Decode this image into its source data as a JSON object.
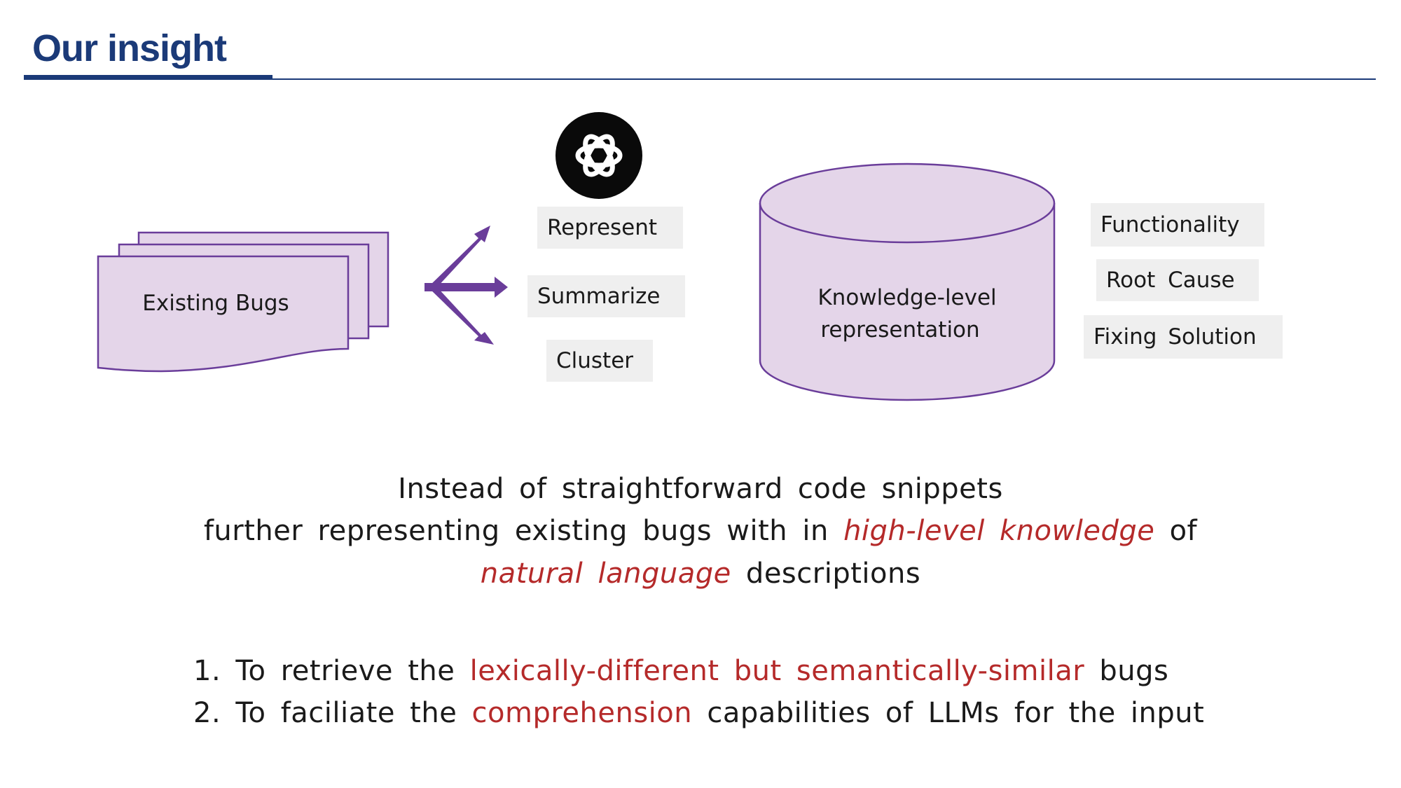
{
  "slide": {
    "title": "Our insight"
  },
  "diagram": {
    "source_label": "Existing Bugs",
    "logo": "openai-logo-icon",
    "actions": [
      "Represent",
      "Summarize",
      "Cluster"
    ],
    "store_label": [
      "Knowledge-level",
      "representation"
    ],
    "aspects": [
      "Functionality",
      "Root Cause",
      "Fixing Solution"
    ],
    "colors": {
      "fill": "#e4d5e9",
      "stroke": "#6a3d9a",
      "arrow": "#6a3d9a",
      "title": "#1b3a78",
      "highlight": "#b52a2a"
    }
  },
  "paragraph": {
    "line1": "Instead of straightforward code snippets",
    "line2_prefix": "further representing existing bugs with in ",
    "line2_highlight": "high-level knowledge",
    "line2_suffix": " of",
    "line3_highlight": "natural language",
    "line3_suffix": " descriptions"
  },
  "points": [
    {
      "number": "1.",
      "prefix": " To retrieve the ",
      "highlight": "lexically-different but semantically-similar",
      "suffix": " bugs"
    },
    {
      "number": "2.",
      "prefix": " To faciliate the ",
      "highlight": "comprehension",
      "suffix": " capabilities of LLMs for the input"
    }
  ]
}
